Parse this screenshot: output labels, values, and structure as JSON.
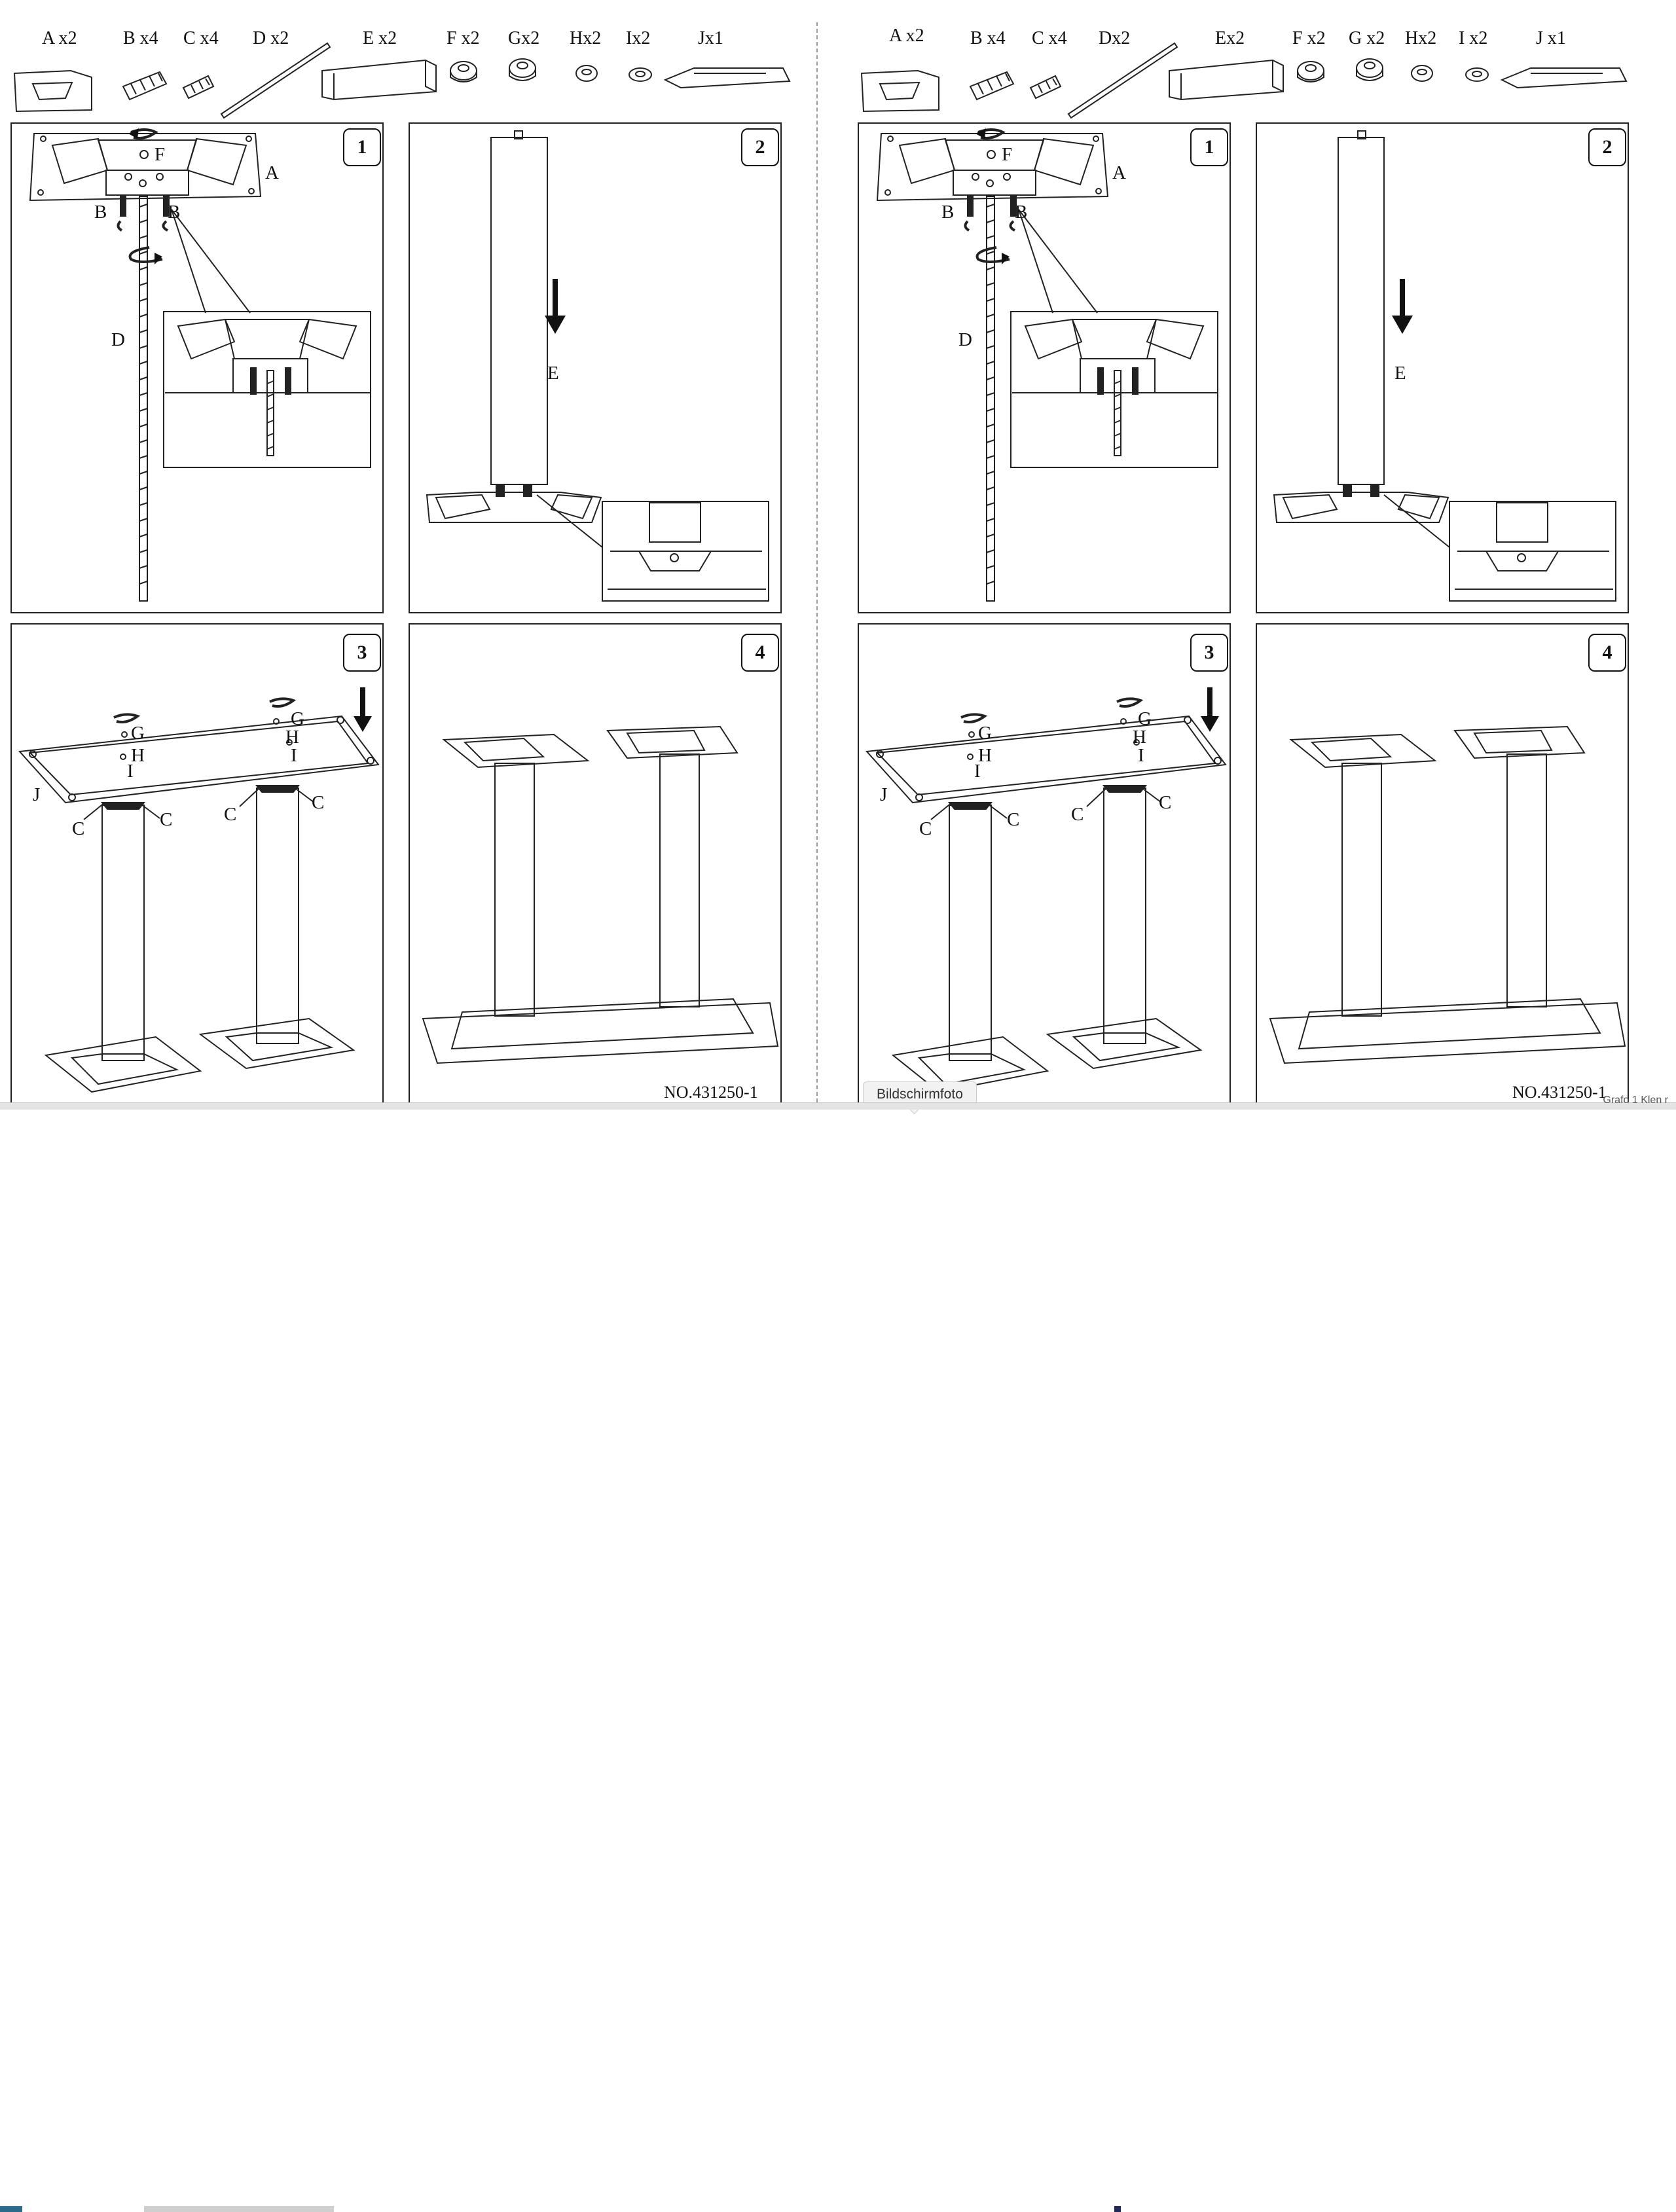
{
  "parts_left": [
    "A x2",
    "B x4",
    "C x4",
    "D x2",
    "E x2",
    "F x2",
    "Gx2",
    "Hx2",
    "Ix2",
    "Jx1"
  ],
  "parts_right": [
    "A x2",
    "B x4",
    "C x4",
    "Dx2",
    "Ex2",
    "F x2",
    "G x2",
    "Hx2",
    "I x2",
    "J x1"
  ],
  "steps": [
    "1",
    "2",
    "3",
    "4"
  ],
  "labels": {
    "a": "A",
    "b": "B",
    "c": "C",
    "d": "D",
    "e": "E",
    "f": "F",
    "g": "G",
    "h": "H",
    "i": "I",
    "j": "J"
  },
  "document_number": "NO.431250-1",
  "screenshot_tooltip": "Bildschirmfoto",
  "corner_partial_text": "Grafo 1 Klen r"
}
